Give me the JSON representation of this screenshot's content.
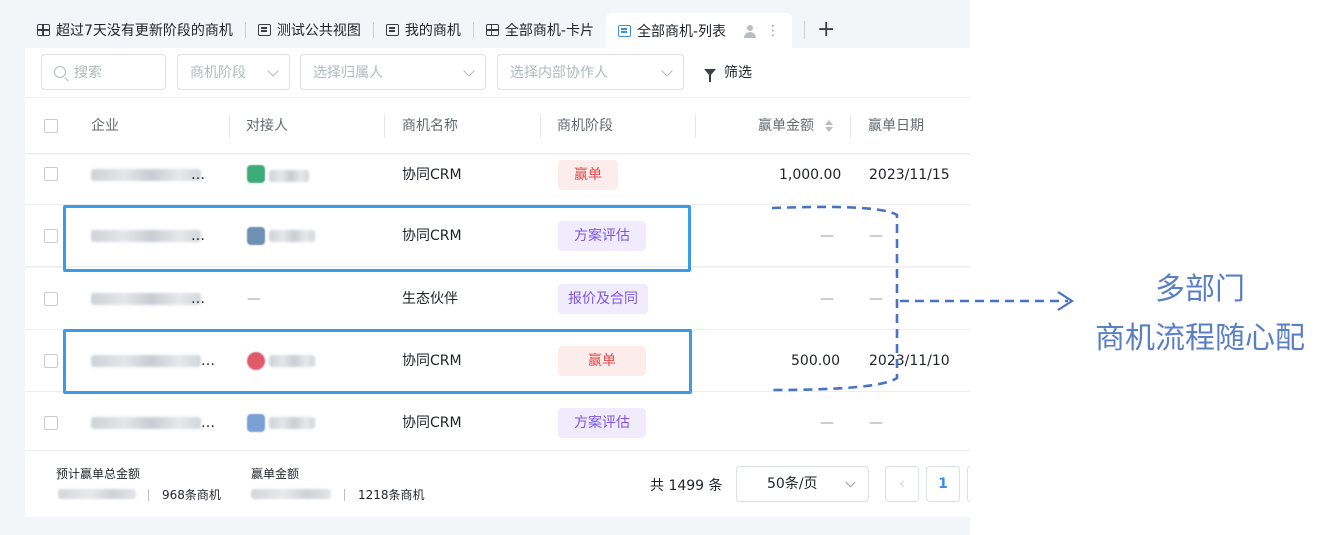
{
  "tabs": [
    {
      "label": "超过7天没有更新阶段的商机",
      "icon": "grid-icon"
    },
    {
      "label": "测试公共视图",
      "icon": "list-icon"
    },
    {
      "label": "我的商机",
      "icon": "list-icon"
    },
    {
      "label": "全部商机-卡片",
      "icon": "grid-icon"
    },
    {
      "label": "全部商机-列表",
      "icon": "list-icon",
      "active": true
    }
  ],
  "tab_more": "⋮",
  "tab_add": "+",
  "filters": {
    "search_placeholder": "搜索",
    "stage": "商机阶段",
    "owner": "选择归属人",
    "collaborator": "选择内部协作人",
    "filter_label": "筛选"
  },
  "columns": {
    "company": "企业",
    "contact": "对接人",
    "name": "商机名称",
    "stage": "商机阶段",
    "amount": "赢单金额",
    "date": "赢单日期"
  },
  "rows": [
    {
      "company_tail": "…",
      "contact": "",
      "name": "协同CRM",
      "stage": "赢单",
      "stage_type": "win",
      "amount": "1,000.00",
      "date": "2023/11/15",
      "avatar_color": "#3daa7a"
    },
    {
      "company_tail": "…",
      "contact": "",
      "name": "协同CRM",
      "stage": "方案评估",
      "stage_type": "plan",
      "amount": "—",
      "date": "—",
      "avatar_color": "#6f8fb3"
    },
    {
      "company_tail": "…",
      "contact": "—",
      "name": "生态伙伴",
      "stage": "报价及合同",
      "stage_type": "plan",
      "amount": "—",
      "date": "—",
      "avatar_color": ""
    },
    {
      "company_tail": "…",
      "contact": "",
      "name": "协同CRM",
      "stage": "赢单",
      "stage_type": "win",
      "amount": "500.00",
      "date": "2023/11/10",
      "avatar_color": "#e05a6a"
    },
    {
      "company_tail": "…",
      "contact": "",
      "name": "协同CRM",
      "stage": "方案评估",
      "stage_type": "plan",
      "amount": "—",
      "date": "—",
      "avatar_color": "#7aa0d6"
    }
  ],
  "footer": {
    "total_label": "预计赢单总金额",
    "total_count": "968条商机",
    "win_label": "赢单金额",
    "win_count": "1218条商机",
    "record_total": "共 1499 条",
    "page_size": "50条/页",
    "prev": "‹",
    "current_page": "1"
  },
  "annotation": {
    "line1": "多部门",
    "line2": "商机流程随心配"
  },
  "colors": {
    "accent": "#3a8ee6",
    "highlight": "#3a9be8",
    "annotation": "#5b7fc4",
    "win_tag_bg": "#fdecec",
    "win_tag_text": "#e24b4b",
    "plan_tag_bg": "#f1ecfd",
    "plan_tag_text": "#7b55e0"
  }
}
